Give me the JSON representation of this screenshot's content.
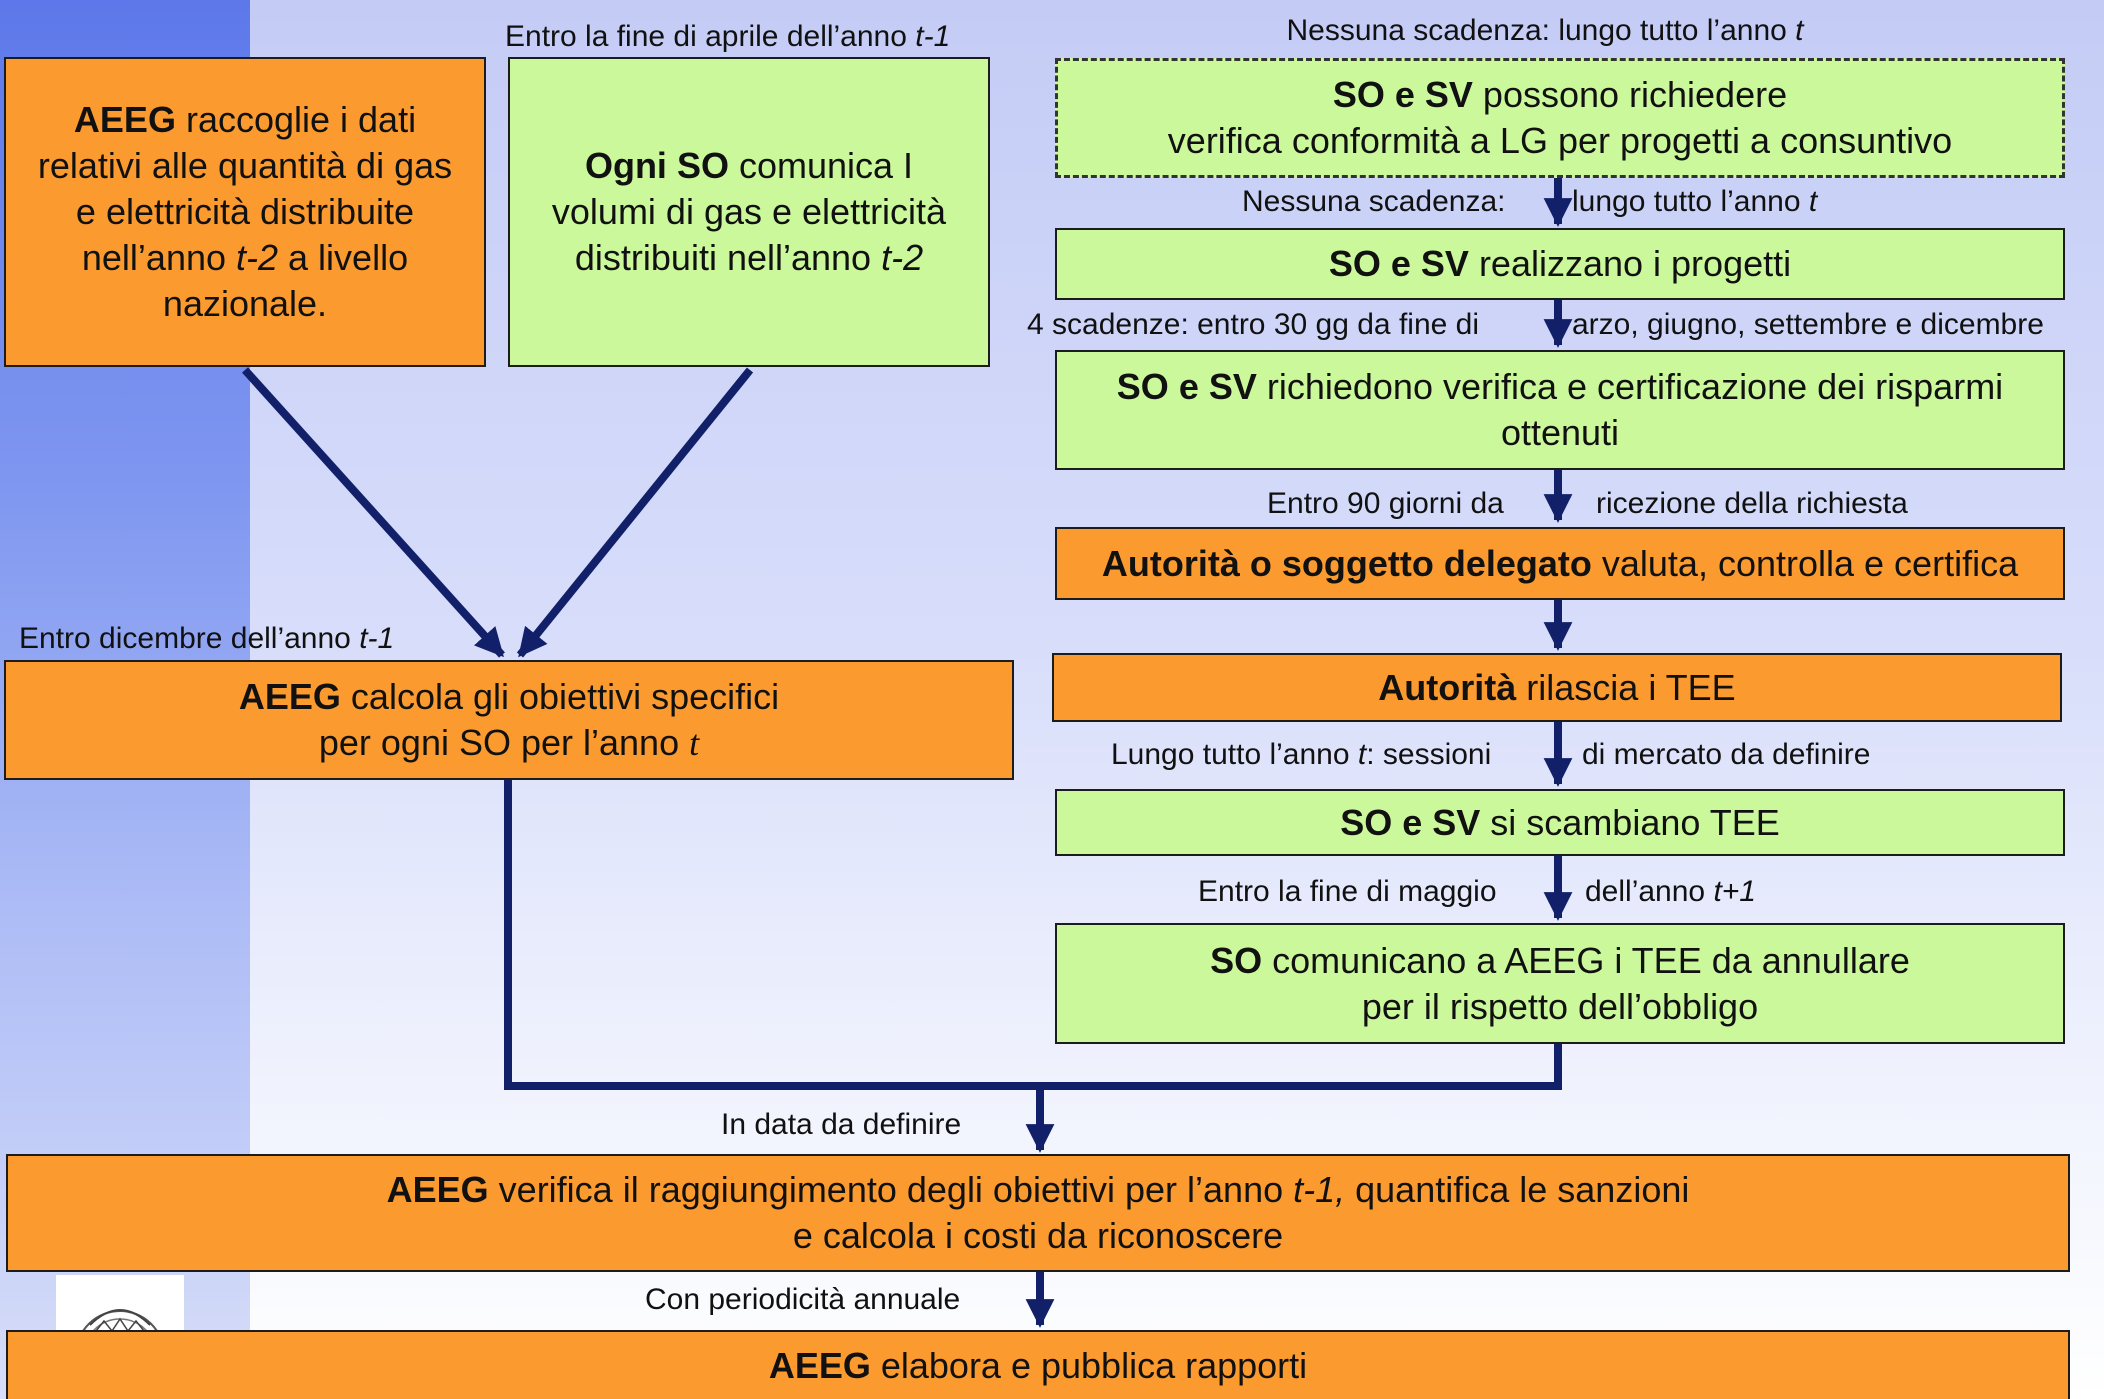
{
  "boxes": {
    "aeeg_raccoglie": {
      "bold": "AEEG",
      "line1": " raccoglie i dati",
      "line2": "relativi alle quantità di gas",
      "line3": "e elettricità distribuite",
      "line4_a": "nell’anno ",
      "line4_i": "t-2",
      "line4_b": " a livello",
      "line5": "nazionale."
    },
    "ogni_so": {
      "bold": "Ogni SO",
      "line1": " comunica I",
      "line2": "volumi di gas e elettricità",
      "line3_a": "distribuiti nell’anno ",
      "line3_i": "t-2"
    },
    "so_sv_verifica": {
      "bold": "SO e SV",
      "line1": " possono richiedere",
      "line2": "verifica conformità a LG per progetti a consuntivo"
    },
    "so_sv_realizzano": {
      "bold": "SO e SV",
      "text": " realizzano i progetti"
    },
    "so_sv_richiedono": {
      "bold": "SO e SV",
      "line1": " richiedono verifica e certificazione dei risparmi",
      "line2": "ottenuti"
    },
    "autorita_delegato": {
      "bold": "Autorità o soggetto delegato",
      "text": " valuta, controlla e certifica"
    },
    "autorita_tee": {
      "bold": "Autorità",
      "text": " rilascia i TEE"
    },
    "so_sv_scambiano": {
      "bold": "SO e SV",
      "text": " si scambiano TEE"
    },
    "so_comunicano": {
      "bold": "SO",
      "line1": " comunicano a AEEG i TEE da annullare",
      "line2": "per il rispetto dell’obbligo"
    },
    "aeeg_calcola": {
      "bold": "AEEG",
      "line1": " calcola gli obiettivi specifici",
      "line2_a": "per ogni SO per l’anno ",
      "line2_i": "t"
    },
    "aeeg_verifica": {
      "bold": "AEEG",
      "line1_a": " verifica il raggiungimento degli obiettivi per l’anno ",
      "line1_i": "t-1,",
      "line1_b": " quantifica le sanzioni",
      "line2": "e calcola i costi da riconoscere"
    },
    "aeeg_elabora": {
      "bold": "AEEG",
      "text": " elabora e pubblica rapporti"
    }
  },
  "labels": {
    "entro_aprile_a": "Entro la fine di aprile dell’anno ",
    "entro_aprile_i": "t-1",
    "nessuna_1_a": "Nessuna scadenza: lungo tutto l’anno ",
    "nessuna_1_i": "t",
    "nessuna_2_left": "Nessuna scadenza:",
    "nessuna_2_right_a": "lungo tutto l’anno ",
    "nessuna_2_right_i": "t",
    "quattro_scadenze_left": "4 scadenze: entro 30 gg da fine di ",
    "quattro_scadenze_right": "arzo, giugno, settembre e dicembre",
    "entro_90_left": "Entro 90 giorni da",
    "entro_90_right": "ricezione della richiesta",
    "lungo_anno_left_a": "Lungo tutto l’anno ",
    "lungo_anno_left_i": "t",
    "lungo_anno_left_b": ": sessioni",
    "lungo_anno_right": "di mercato da definire",
    "entro_maggio_left": "Entro la fine di maggio",
    "entro_maggio_right_a": "dell’anno ",
    "entro_maggio_right_i": "t+1",
    "entro_dicembre_a": "Entro dicembre dell’anno ",
    "entro_dicembre_i": "t-1",
    "in_data": "In data da definire",
    "periodicita": "Con periodicità annuale"
  },
  "colors": {
    "orange_box": "#fb9a2f",
    "green_box": "#ccf89c",
    "arrow": "#12206a",
    "sidebar": "#5d78ea"
  },
  "icons": {
    "logo": "authority-emblem-icon"
  }
}
